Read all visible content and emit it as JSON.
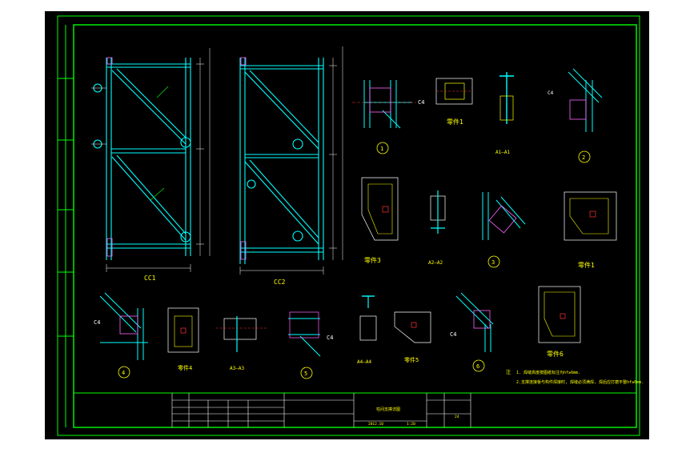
{
  "viewer": {
    "name": "cad-drawing-viewer",
    "colors": {
      "background": "#000000",
      "frame": "#00ff00",
      "page_bg": "#ffffff",
      "members": "#00ffff",
      "dimension": "#ffffff",
      "text": "#ffff00",
      "annotation": "#ff3333",
      "plate": "#ff66ff"
    }
  },
  "drawing": {
    "labels": {
      "cc1": "CC1",
      "cc2": "CC2",
      "section_11": "A1—A1",
      "section_22": "A2—A2",
      "section_33": "A3—A3",
      "section_44": "A4—A4",
      "part1": "零件1",
      "part3": "零件3",
      "part4": "零件4",
      "part5": "零件5",
      "part6": "零件6",
      "part7": "零件1",
      "c4": "C4",
      "n1": "1",
      "n2": "2",
      "n3": "3",
      "n4": "4",
      "n5": "5",
      "n6": "6"
    },
    "notes": {
      "prefix": "注",
      "line1": "1. 焊缝高度按图纸标注为hf≥6mm.",
      "line2": "2.支撑连接板与构件焊接时, 焊缝必须满焊, 焊后应打磨平整hf≥6mm."
    },
    "title_block": {
      "drawing_name": "柱间支撑详图",
      "scale": "1:20",
      "date": "2012.10",
      "sheet": "24"
    }
  }
}
